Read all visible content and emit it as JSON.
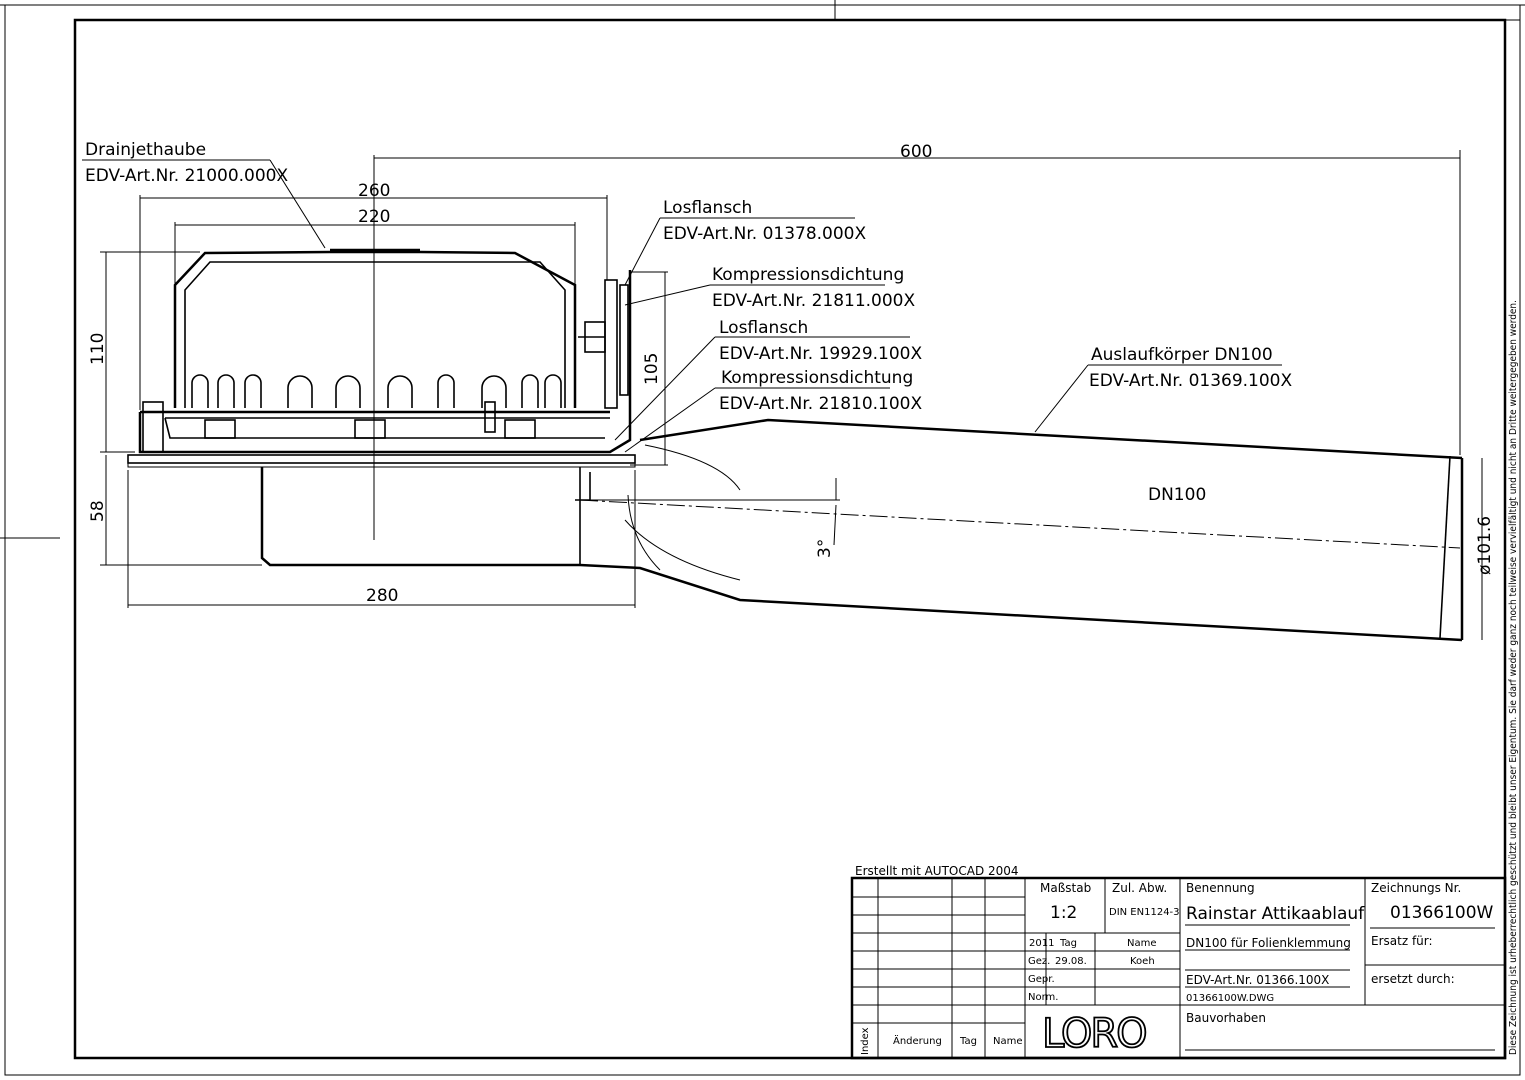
{
  "labels": {
    "drainjethaube": "Drainjethaube",
    "drainjethaube_nr": "EDV-Art.Nr. 21000.000X",
    "losflansch1": "Losflansch",
    "losflansch1_nr": "EDV-Art.Nr. 01378.000X",
    "kompr1": "Kompressionsdichtung",
    "kompr1_nr": "EDV-Art.Nr. 21811.000X",
    "losflansch2": "Losflansch",
    "losflansch2_nr": "EDV-Art.Nr. 19929.100X",
    "kompr2": "Kompressionsdichtung",
    "kompr2_nr": "EDV-Art.Nr. 21810.100X",
    "auslauf": "Auslaufkörper DN100",
    "auslauf_nr": "EDV-Art.Nr. 01369.100X",
    "dn": "DN100"
  },
  "dimensions": {
    "d600": "600",
    "d260": "260",
    "d220": "220",
    "d110": "110",
    "d105": "105",
    "d58": "58",
    "d280": "280",
    "angle": "3°",
    "dia": "ø101.6"
  },
  "title_block": {
    "created": "Erstellt mit AUTOCAD 2004",
    "massstab_label": "Maßstab",
    "massstab": "1:2",
    "zul_label": "Zul. Abw.",
    "zul": "DIN EN1124-3",
    "benennung_label": "Benennung",
    "benennung": "Rainstar Attikaablauf",
    "zeichnung_label": "Zeichnungs Nr.",
    "zeichnung": "01366100W",
    "year": "2011",
    "tag": "Tag",
    "name": "Name",
    "gez": "Gez.",
    "gez_tag": "29.08.",
    "gez_name": "Koeh",
    "gepr": "Gepr.",
    "norm": "Norm.",
    "desc1": "DN100 für Folienklemmung",
    "desc2": "EDV-Art.Nr. 01366.100X",
    "file": "01366100W.DWG",
    "ersatz": "Ersatz für:",
    "ersetzt": "ersetzt durch:",
    "bauvorhaben": "Bauvorhaben",
    "index": "Index",
    "aenderung": "Änderung",
    "rev_tag": "Tag",
    "rev_name": "Name",
    "logo": "LORO"
  },
  "copyright": "Diese Zeichnung ist urheberrechtlich geschützt und bleibt unser Eigentum. Sie darf weder ganz noch teilweise vervielfältigt und nicht an Dritte weitergegeben werden."
}
